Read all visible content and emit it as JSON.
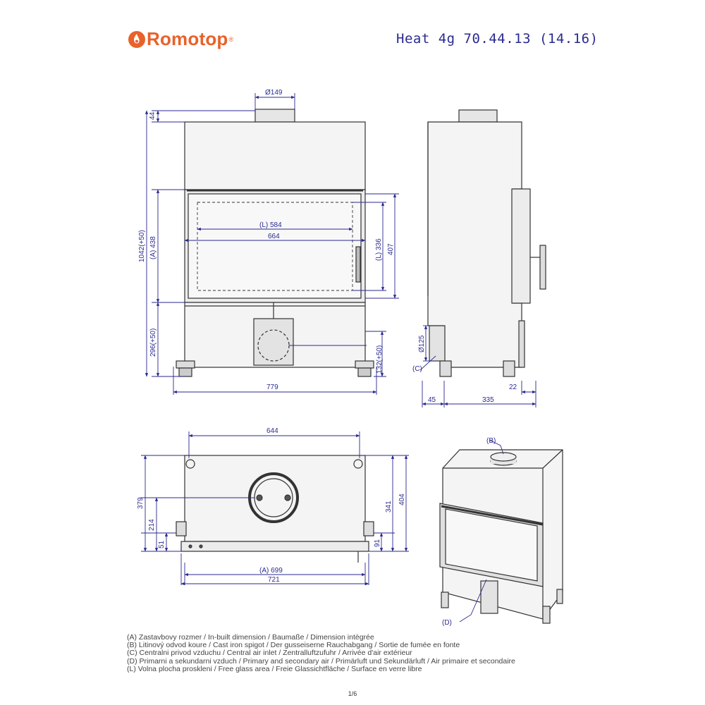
{
  "brand": {
    "name": "Romotop",
    "registered_mark": "®",
    "color": "#e8622a"
  },
  "model_label": "Heat 4g 70.44.13 (14.16)",
  "dimension_color": "#2a2a90",
  "front_view": {
    "flue_diameter": "Ø149",
    "top_offset": "44",
    "total_height": "1042(+50)",
    "a_height": "(A) 438",
    "base_height": "296(+50)",
    "glass_width": "(L) 584",
    "door_width": "664",
    "glass_height": "(L) 336",
    "door_height": "407",
    "leg_height": "132(+50)",
    "total_width": "779"
  },
  "side_view": {
    "air_inlet_diameter": "Ø125",
    "air_inlet_label": "(C)",
    "offset_right": "22",
    "offset_left": "45",
    "depth": "335"
  },
  "top_view": {
    "width_top": "644",
    "depth_total": "379",
    "flue_offset": "214",
    "front_offset": "51",
    "side_depth": "341",
    "overall_depth": "404",
    "front_small": "91",
    "a_width": "(A) 699",
    "overall_width": "721"
  },
  "iso_view": {
    "spigot_label": "(B)",
    "air_label": "(D)"
  },
  "legend": [
    "(A)  Zastavbovy rozmer / In-built dimension / Baumaße / Dimension intègrée",
    "(B)  Litinový odvod koure / Cast iron spigot / Der gusseiserne Rauchabgang / Sortie de fumée en fonte",
    "(C)  Centralni privod vzduchu / Central air inlet / Zentralluftzufuhr / Arrivée d'air extérieur",
    "(D)  Primarni a sekundarni vzduch / Primary and secondary air / Primärluft und Sekundärluft / Air primaire et secondaire",
    "(L)  Volna plocha proskleni / Free glass area / Freie Glassichtfläche / Surface en verre libre"
  ],
  "page": "1/6"
}
